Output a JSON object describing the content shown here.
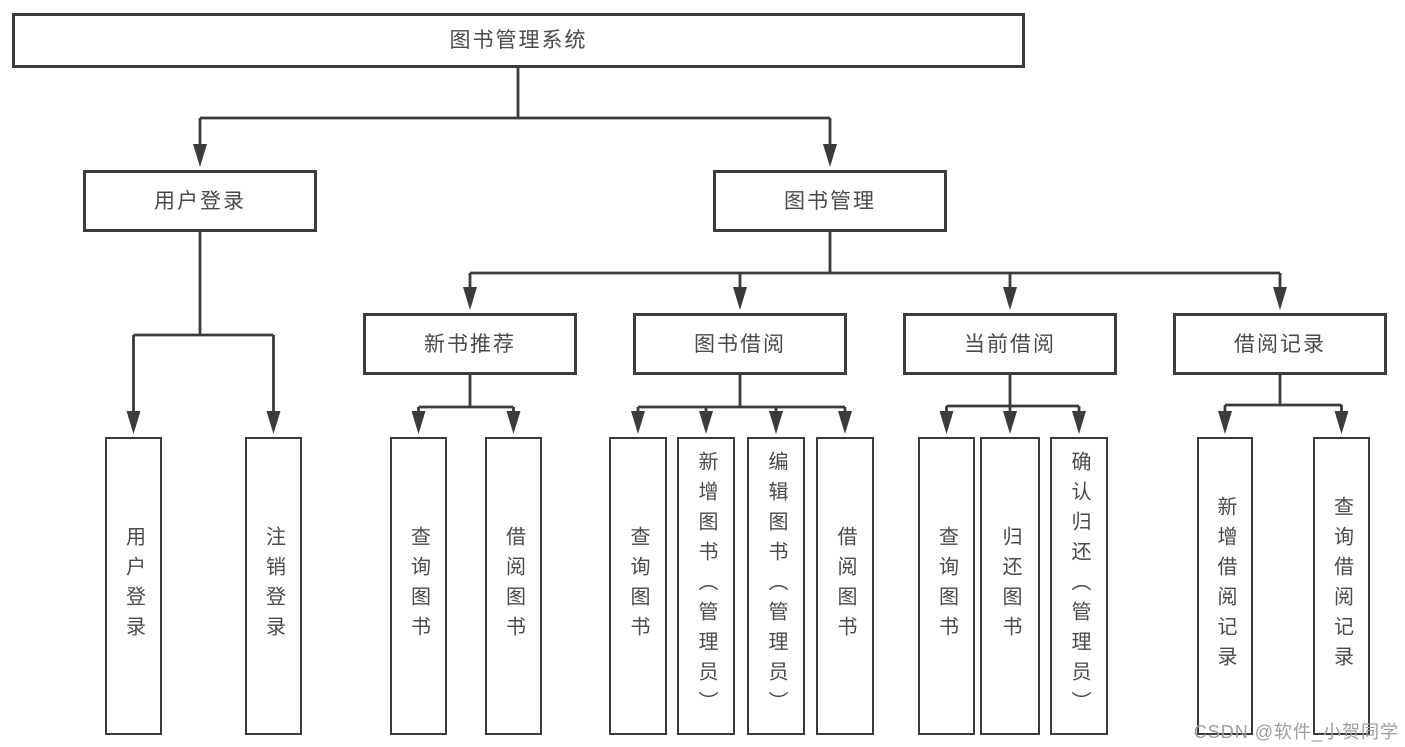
{
  "root": {
    "label": "图书管理系统"
  },
  "level2": [
    {
      "label": "用户登录"
    },
    {
      "label": "图书管理"
    }
  ],
  "level3": [
    {
      "label": "新书推荐"
    },
    {
      "label": "图书借阅"
    },
    {
      "label": "当前借阅"
    },
    {
      "label": "借阅记录"
    }
  ],
  "leaves": [
    {
      "label": "用户登录"
    },
    {
      "label": "注销登录"
    },
    {
      "label": "查询图书"
    },
    {
      "label": "借阅图书"
    },
    {
      "label": "查询图书"
    },
    {
      "label": "新增图书（管理员）"
    },
    {
      "label": "编辑图书（管理员）"
    },
    {
      "label": "借阅图书"
    },
    {
      "label": "查询图书"
    },
    {
      "label": "归还图书"
    },
    {
      "label": "确认归还（管理员）"
    },
    {
      "label": "新增借阅记录"
    },
    {
      "label": "查询借阅记录"
    }
  ],
  "watermark": "CSDN @软件_小贺同学",
  "colors": {
    "line": "#3b3b3b",
    "text": "#4a4a4a",
    "watermark": "#9d9d9d",
    "background": "#ffffff"
  }
}
